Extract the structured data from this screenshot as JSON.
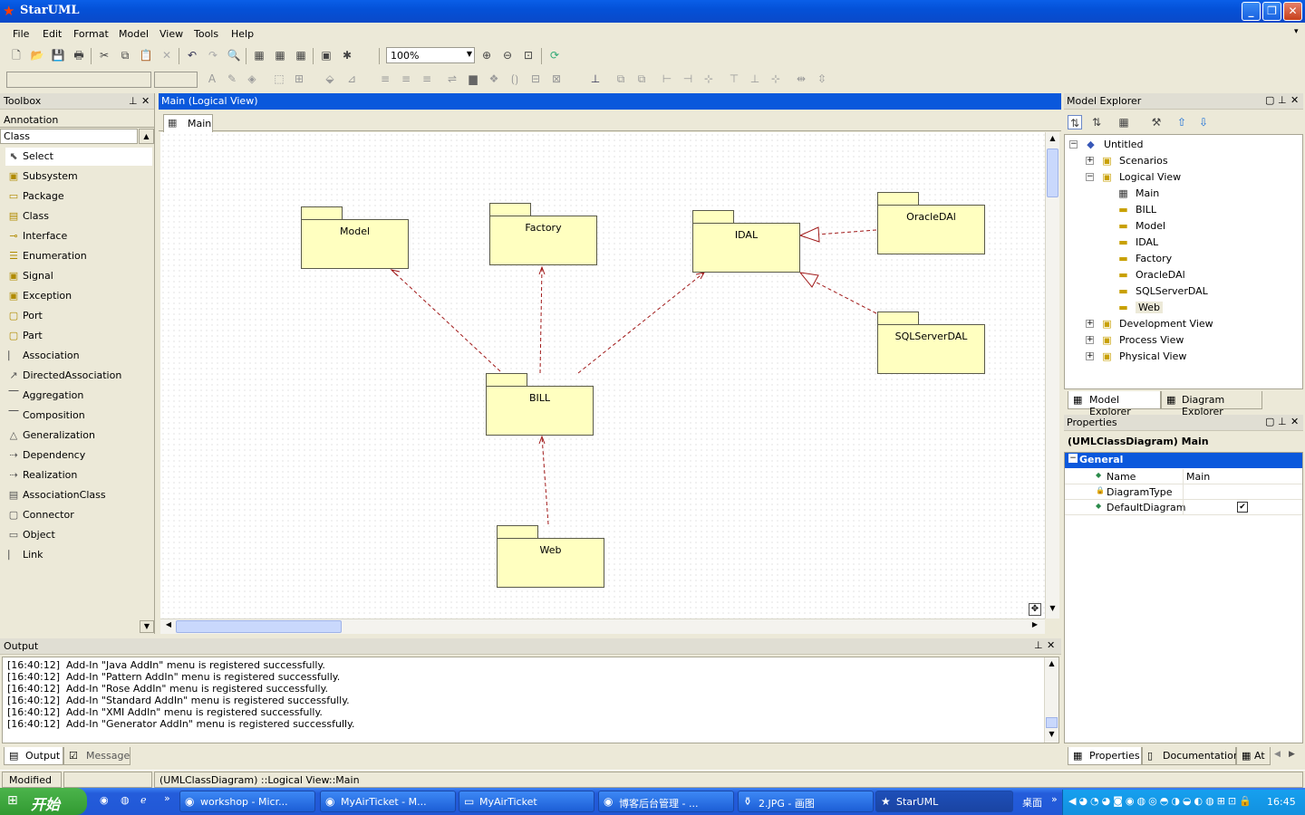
{
  "app": {
    "title": "StarUML"
  },
  "menu": [
    "File",
    "Edit",
    "Format",
    "Model",
    "View",
    "Tools",
    "Help"
  ],
  "toolbar": {
    "zoom": "100%"
  },
  "toolbox": {
    "title": "Toolbox",
    "sections": [
      "Annotation",
      "Class"
    ],
    "items": [
      "Select",
      "Subsystem",
      "Package",
      "Class",
      "Interface",
      "Enumeration",
      "Signal",
      "Exception",
      "Port",
      "Part",
      "Association",
      "DirectedAssociation",
      "Aggregation",
      "Composition",
      "Generalization",
      "Dependency",
      "Realization",
      "AssociationClass",
      "Connector",
      "Object",
      "Link"
    ]
  },
  "diagram": {
    "window_title": "Main (Logical View)",
    "tab": "Main",
    "packages": [
      "Model",
      "Factory",
      "IDAL",
      "OracleDAl",
      "SQLServerDAL",
      "BILL",
      "Web"
    ]
  },
  "explorer": {
    "title": "Model Explorer",
    "root": "Untitled",
    "nodes": [
      "Scenarios",
      "Logical View",
      "Main",
      "BILL",
      "Model",
      "IDAL",
      "Factory",
      "OracleDAl",
      "SQLServerDAL",
      "Web",
      "Development View",
      "Process View",
      "Physical View"
    ],
    "tabs": [
      "Model Explorer",
      "Diagram Explorer"
    ]
  },
  "properties": {
    "title": "Properties",
    "header": "(UMLClassDiagram) Main",
    "group": "General",
    "rows": [
      {
        "name": "Name",
        "value": "Main"
      },
      {
        "name": "DiagramType",
        "value": ""
      },
      {
        "name": "DefaultDiagram",
        "value": "✔"
      }
    ],
    "tabs": [
      "Properties",
      "Documentation",
      "At"
    ]
  },
  "output": {
    "title": "Output",
    "lines": [
      "[16:40:12]  Add-In \"Java AddIn\" menu is registered successfully.",
      "[16:40:12]  Add-In \"Pattern AddIn\" menu is registered successfully.",
      "[16:40:12]  Add-In \"Rose AddIn\" menu is registered successfully.",
      "[16:40:12]  Add-In \"Standard AddIn\" menu is registered successfully.",
      "[16:40:12]  Add-In \"XMI AddIn\" menu is registered successfully.",
      "[16:40:12]  Add-In \"Generator AddIn\" menu is registered successfully."
    ],
    "tabs": [
      "Output",
      "Message"
    ]
  },
  "status": {
    "modified": "Modified",
    "path": "(UMLClassDiagram) ::Logical View::Main"
  },
  "taskbar": {
    "start": "开始",
    "tasks": [
      "workshop - Micr...",
      "MyAirTicket - M...",
      "MyAirTicket",
      "博客后台管理 - ...",
      "2.JPG - 画图",
      "StarUML"
    ],
    "desktop": "桌面",
    "clock": "16:45"
  }
}
